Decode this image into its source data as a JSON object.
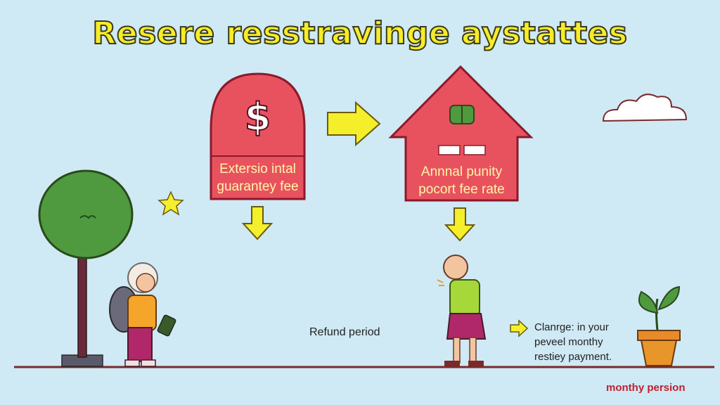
{
  "title": "Resere resstravinge aystattes",
  "shield_box": {
    "symbol": "$",
    "line1": "Extersio intal",
    "line2": "guarantey fee"
  },
  "house_box": {
    "line1": "Annnal punity",
    "line2": "pocort fee rate"
  },
  "refund_label": "Refund period",
  "change_note": {
    "line1": "Clanrge: in your",
    "line2": "peveel monthy",
    "line3": "restiey payment."
  },
  "corner_label": "monthy persion",
  "colors": {
    "background": "#cfe9f5",
    "box_red": "#e8525f",
    "arrow_yellow": "#f4ef2a",
    "tree_green": "#4f9a3f",
    "accent_red": "#c0202c"
  }
}
